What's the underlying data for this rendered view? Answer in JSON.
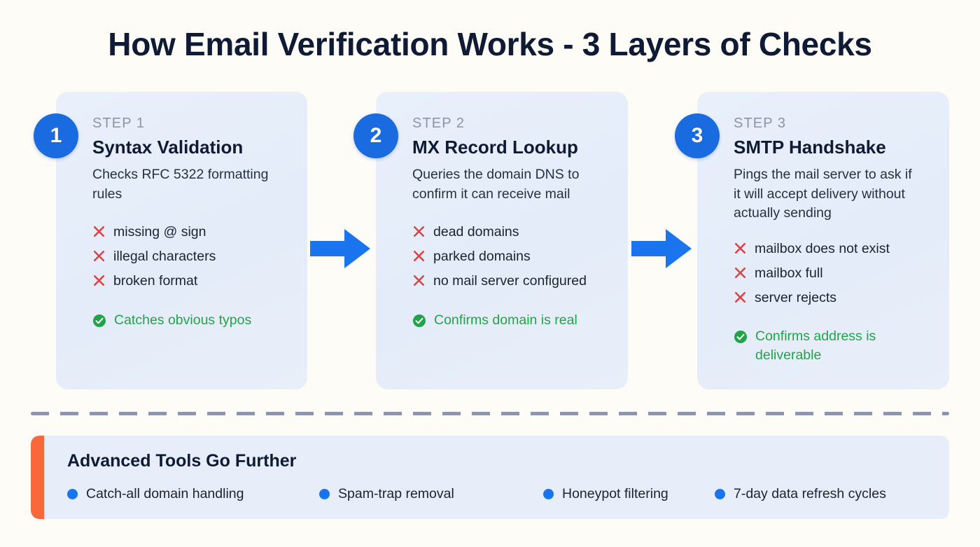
{
  "title": "How Email Verification Works - 3 Layers of Checks",
  "colors": {
    "background": "#fdfcf7",
    "card_background": "#e7eefa",
    "badge_blue": "#1a6ae0",
    "arrow_blue": "#1a74ee",
    "bullet_blue": "#1a74ee",
    "accent_orange": "#f9683a",
    "fail_red": "#d94343",
    "success_green": "#22a34a",
    "heading_navy": "#0f1a35",
    "step_label_gray": "#8b95a6",
    "divider_gray": "#8b96ae"
  },
  "steps": [
    {
      "number": "1",
      "step_label": "STEP 1",
      "title": "Syntax Validation",
      "description": "Checks RFC 5322 formatting rules",
      "failures": [
        "missing @ sign",
        "illegal characters",
        "broken format"
      ],
      "success": "Catches obvious typos"
    },
    {
      "number": "2",
      "step_label": "STEP 2",
      "title": "MX Record Lookup",
      "description": "Queries the domain DNS to confirm it can receive mail",
      "failures": [
        "dead domains",
        "parked domains",
        "no mail server configured"
      ],
      "success": "Confirms domain is real"
    },
    {
      "number": "3",
      "step_label": "STEP 3",
      "title": "SMTP Handshake",
      "description": "Pings the mail server to ask if it will accept delivery without actually sending",
      "failures": [
        "mailbox does not exist",
        "mailbox full",
        "server rejects"
      ],
      "success": "Confirms address is deliverable"
    }
  ],
  "banner": {
    "title": "Advanced Tools Go Further",
    "items": [
      "Catch-all domain handling",
      "Spam-trap removal",
      "Honeypot filtering",
      "7-day data refresh cycles"
    ]
  }
}
